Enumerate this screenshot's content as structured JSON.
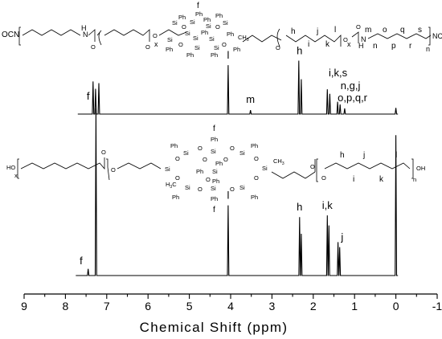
{
  "chart_data": {
    "type": "line",
    "xlabel": "Chemical Shift (ppm)",
    "xlim": [
      9,
      -1
    ],
    "x_reversed": true,
    "x_ticks": [
      "9",
      "8",
      "7",
      "6",
      "5",
      "4",
      "3",
      "2",
      "1",
      "0",
      "-1"
    ],
    "grid": false,
    "legend": "none",
    "series": [
      {
        "panel": "top",
        "peaks": [
          {
            "ppm": 7.33,
            "height": 0.58
          },
          {
            "ppm": 7.27,
            "height": 0.45
          },
          {
            "ppm": 7.19,
            "height": 0.55
          },
          {
            "ppm": 3.52,
            "height": 0.07
          },
          {
            "ppm": 4.06,
            "height": 0.87
          },
          {
            "ppm": 2.35,
            "height": 0.95
          },
          {
            "ppm": 2.29,
            "height": 0.62
          },
          {
            "ppm": 1.66,
            "height": 0.44
          },
          {
            "ppm": 1.6,
            "height": 0.36
          },
          {
            "ppm": 1.41,
            "height": 0.22
          },
          {
            "ppm": 1.35,
            "height": 0.17
          },
          {
            "ppm": 1.24,
            "height": 0.1
          },
          {
            "ppm": 0.0,
            "height": 0.11
          }
        ],
        "labels": [
          {
            "text": "f",
            "ppm": 7.42
          },
          {
            "text": "m",
            "ppm": 3.52
          },
          {
            "text": "l",
            "ppm": 4.06
          },
          {
            "text": "h",
            "ppm": 2.33
          },
          {
            "text": "i,k,s",
            "ppm": 1.45
          },
          {
            "text": "n,g,j",
            "ppm": 1.3
          },
          {
            "text": "o,p,q,r",
            "ppm": 1.25
          }
        ]
      },
      {
        "panel": "bottom",
        "peaks": [
          {
            "ppm": 7.26,
            "height": 1.0
          },
          {
            "ppm": 7.45,
            "height": 0.04
          },
          {
            "ppm": 4.06,
            "height": 0.42
          },
          {
            "ppm": 2.33,
            "height": 0.35
          },
          {
            "ppm": 2.29,
            "height": 0.25
          },
          {
            "ppm": 1.66,
            "height": 0.36
          },
          {
            "ppm": 1.62,
            "height": 0.3
          },
          {
            "ppm": 1.4,
            "height": 0.2
          },
          {
            "ppm": 1.36,
            "height": 0.17
          },
          {
            "ppm": 0.0,
            "height": 0.84
          }
        ],
        "labels": [
          {
            "text": "f",
            "ppm": 7.62
          },
          {
            "text": "l",
            "ppm": 4.06
          },
          {
            "text": "h",
            "ppm": 2.33
          },
          {
            "text": "i,k",
            "ppm": 1.66
          },
          {
            "text": "j",
            "ppm": 1.38
          }
        ]
      }
    ]
  },
  "structures": {
    "top": {
      "end_group": "OCN",
      "nh": "H",
      "n_atom": "N",
      "o": "O",
      "x": "x",
      "n": "n",
      "si": "Si",
      "ph": "Ph",
      "ch3": "CH",
      "ch3_sub": "3",
      "letters": [
        "f",
        "h",
        "i",
        "j",
        "k",
        "l",
        "m",
        "n",
        "o",
        "p",
        "q",
        "r",
        "s"
      ],
      "end_group_right": "NCO"
    },
    "bottom": {
      "ho": "HO",
      "oh": "OH",
      "o": "O",
      "x": "x",
      "n": "n",
      "si": "Si",
      "ph": "Ph",
      "h3c": "H",
      "h3c_sub": "3",
      "h3c_c": "C",
      "ch3": "CH",
      "ch3_sub": "3",
      "letters": [
        "f",
        "h",
        "i",
        "j",
        "k",
        "l"
      ]
    }
  }
}
